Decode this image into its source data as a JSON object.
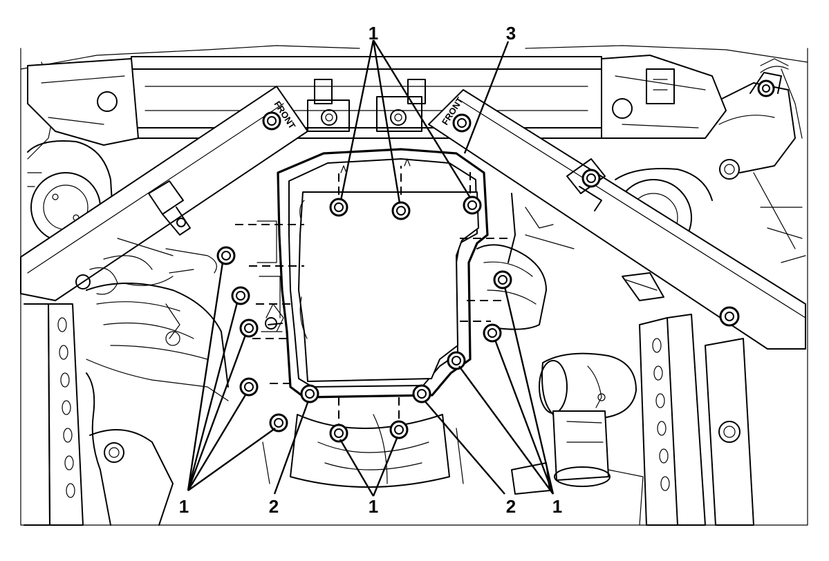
{
  "diagram": {
    "callouts": [
      {
        "label": "1"
      },
      {
        "label": "3"
      },
      {
        "label": "1"
      },
      {
        "label": "2"
      },
      {
        "label": "1"
      },
      {
        "label": "2"
      },
      {
        "label": "1"
      }
    ],
    "stamps": [
      {
        "text": "FRONT"
      },
      {
        "text": "FRONT"
      }
    ]
  }
}
